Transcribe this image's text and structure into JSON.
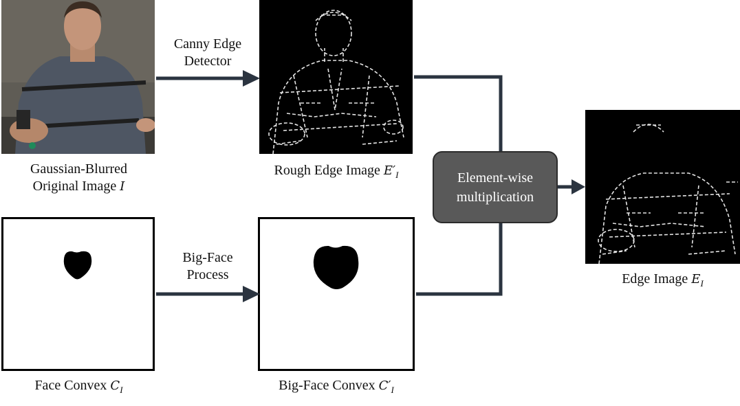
{
  "steps": {
    "canny_line1": "Canny Edge",
    "canny_line2": "Detector",
    "bigface_line1": "Big-Face",
    "bigface_line2": "Process"
  },
  "captions": {
    "original_line1": "Gaussian-Blurred",
    "original_line2": "Original Image",
    "original_symbol": "I",
    "rough_prefix": "Rough Edge Image",
    "rough_symbol": "E′",
    "rough_sub": "I",
    "face_prefix": "Face Convex",
    "face_symbol": "C",
    "face_sub": "I",
    "bigface_prefix": "Big-Face Convex",
    "bigface_symbol": "C′",
    "bigface_sub": "I",
    "edge_prefix": "Edge Image",
    "edge_symbol": "E",
    "edge_sub": "I"
  },
  "operation": {
    "line1": "Element-wise",
    "line2": "multiplication"
  },
  "colors": {
    "arrow": "#2b3440",
    "op_fill": "#595959",
    "edge_bg": "#000000",
    "edge_lines": "#e6e6e6"
  }
}
